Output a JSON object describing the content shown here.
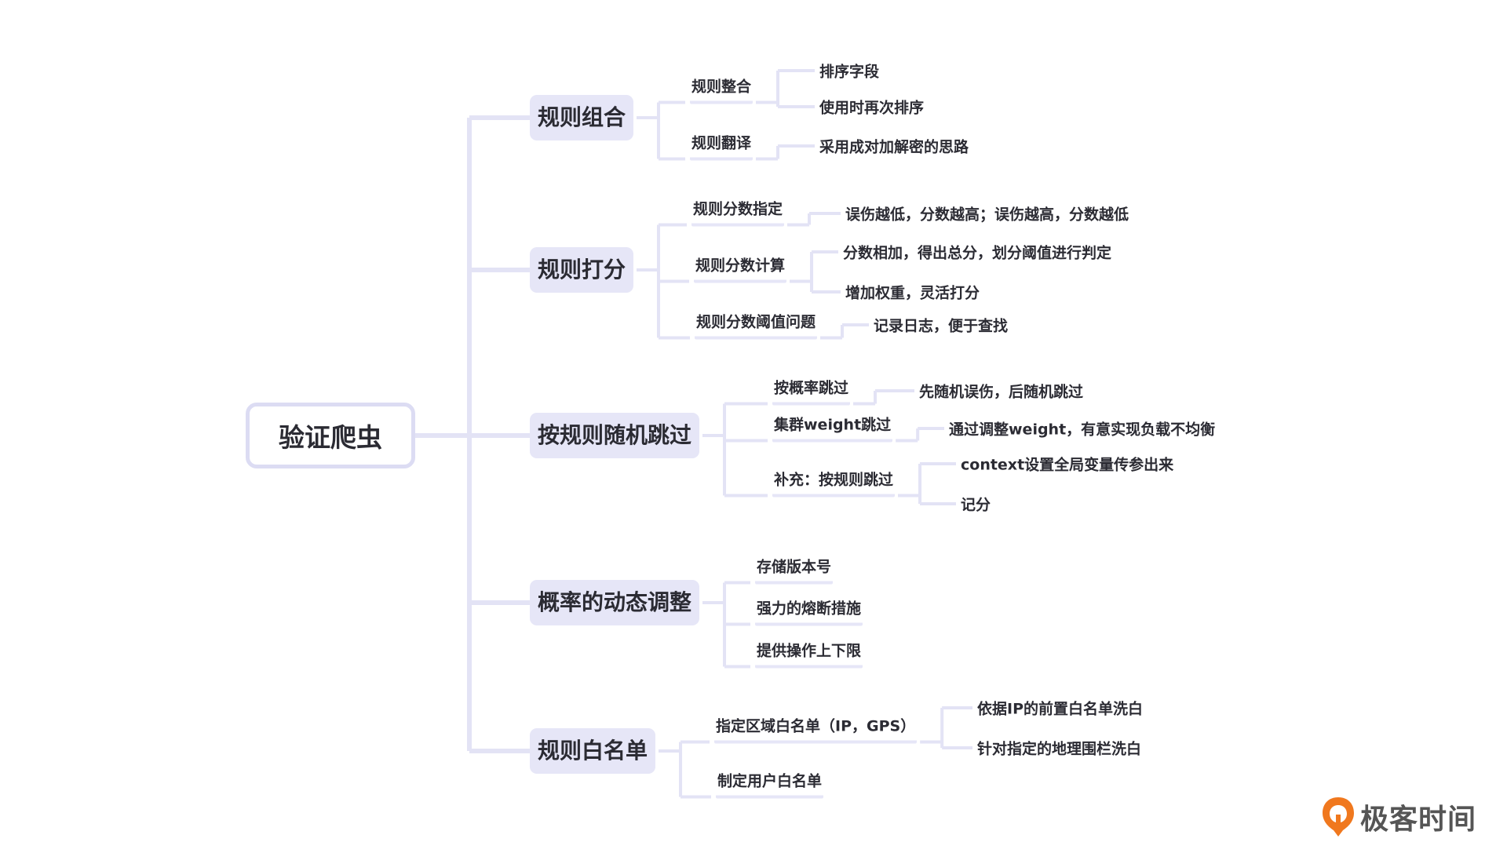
{
  "root": "验证爬虫",
  "branches": [
    {
      "label": "规则组合",
      "children": [
        {
          "label": "规则整合",
          "children": [
            "排序字段",
            "使用时再次排序"
          ]
        },
        {
          "label": "规则翻译",
          "children": [
            "采用成对加解密的思路"
          ]
        }
      ]
    },
    {
      "label": "规则打分",
      "children": [
        {
          "label": "规则分数指定",
          "children": [
            "误伤越低，分数越高；误伤越高，分数越低"
          ]
        },
        {
          "label": "规则分数计算",
          "children": [
            "分数相加，得出总分，划分阈值进行判定",
            "增加权重，灵活打分"
          ]
        },
        {
          "label": "规则分数阈值问题",
          "children": [
            "记录日志，便于查找"
          ]
        }
      ]
    },
    {
      "label": "按规则随机跳过",
      "children": [
        {
          "label": "按概率跳过",
          "children": [
            "先随机误伤，后随机跳过"
          ]
        },
        {
          "label": "集群weight跳过",
          "children": [
            "通过调整weight，有意实现负载不均衡"
          ]
        },
        {
          "label": "补充：按规则跳过",
          "children": [
            "context设置全局变量传参出来",
            "记分"
          ]
        }
      ]
    },
    {
      "label": "概率的动态调整",
      "children": [
        {
          "label": "存储版本号"
        },
        {
          "label": "强力的熔断措施"
        },
        {
          "label": "提供操作上下限"
        }
      ]
    },
    {
      "label": "规则白名单",
      "children": [
        {
          "label": "指定区域白名单（IP，GPS）",
          "children": [
            "依据IP的前置白名单洗白",
            "针对指定的地理围栏洗白"
          ]
        },
        {
          "label": "制定用户白名单"
        }
      ]
    }
  ],
  "logo": {
    "text": "极客时间",
    "icon": "geektime-logo-icon",
    "color": "#f0781e"
  },
  "colors": {
    "node_fill": "#e6e6f7",
    "line": "#e3e3f5",
    "text": "#2b2b33"
  }
}
